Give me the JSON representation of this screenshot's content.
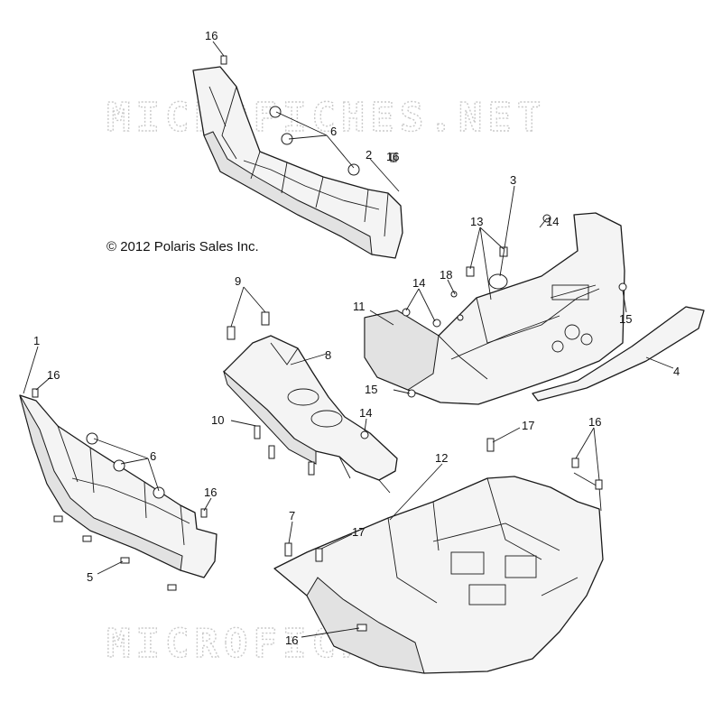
{
  "copyright": "© 2012 Polaris Sales Inc.",
  "watermark": "MICROFICHES.NET",
  "callouts": [
    {
      "id": "c16a",
      "label": "16"
    },
    {
      "id": "c6a",
      "label": "6"
    },
    {
      "id": "c16b",
      "label": "16"
    },
    {
      "id": "c2",
      "label": "2"
    },
    {
      "id": "c3",
      "label": "3"
    },
    {
      "id": "c13",
      "label": "13"
    },
    {
      "id": "c14a",
      "label": "14"
    },
    {
      "id": "c9",
      "label": "9"
    },
    {
      "id": "c14b",
      "label": "14"
    },
    {
      "id": "c18",
      "label": "18"
    },
    {
      "id": "c11",
      "label": "11"
    },
    {
      "id": "c15a",
      "label": "15"
    },
    {
      "id": "c8",
      "label": "8"
    },
    {
      "id": "c1",
      "label": "1"
    },
    {
      "id": "c16c",
      "label": "16"
    },
    {
      "id": "c4",
      "label": "4"
    },
    {
      "id": "c15b",
      "label": "15"
    },
    {
      "id": "c10",
      "label": "10"
    },
    {
      "id": "c14c",
      "label": "14"
    },
    {
      "id": "c6b",
      "label": "6"
    },
    {
      "id": "c17a",
      "label": "17"
    },
    {
      "id": "c16d",
      "label": "16"
    },
    {
      "id": "c12",
      "label": "12"
    },
    {
      "id": "c16e",
      "label": "16"
    },
    {
      "id": "c7",
      "label": "7"
    },
    {
      "id": "c17b",
      "label": "17"
    },
    {
      "id": "c5",
      "label": "5"
    },
    {
      "id": "c16f",
      "label": "16"
    }
  ]
}
